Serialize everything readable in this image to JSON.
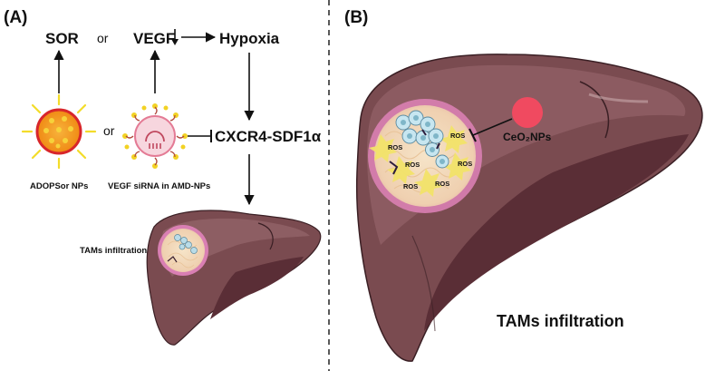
{
  "panel_a": {
    "label": "(A)",
    "sor": "SOR",
    "or_top": "or",
    "vegf": "VEGF",
    "hypoxia": "Hypoxia",
    "or_mid": "or",
    "cxcr4": "CXCR4-SDF1α",
    "nanoparticle_1_label": "ADOPSor NPs",
    "nanoparticle_2_label": "VEGF siRNA in AMD-NPs",
    "tams": "TAMs infiltration",
    "ros_labels": []
  },
  "panel_b": {
    "label": "(B)",
    "ceo2": "CeO₂NPs",
    "tams": "TAMs infiltration",
    "ros_labels": [
      "ROS",
      "ROS",
      "ROS",
      "ROS",
      "ROS",
      "ROS"
    ]
  },
  "colors": {
    "liver": "#7a4b50",
    "liver_dark": "#5a2e36",
    "liver_light": "#b08a8c",
    "tumor": "#f2dcc0",
    "tumor_ring": "#d97fb3",
    "ceo2_np": "#f04a60",
    "sor_np_core": "#f39a1d",
    "sor_np_ring": "#d8262a",
    "ray": "#f3dc2a"
  }
}
